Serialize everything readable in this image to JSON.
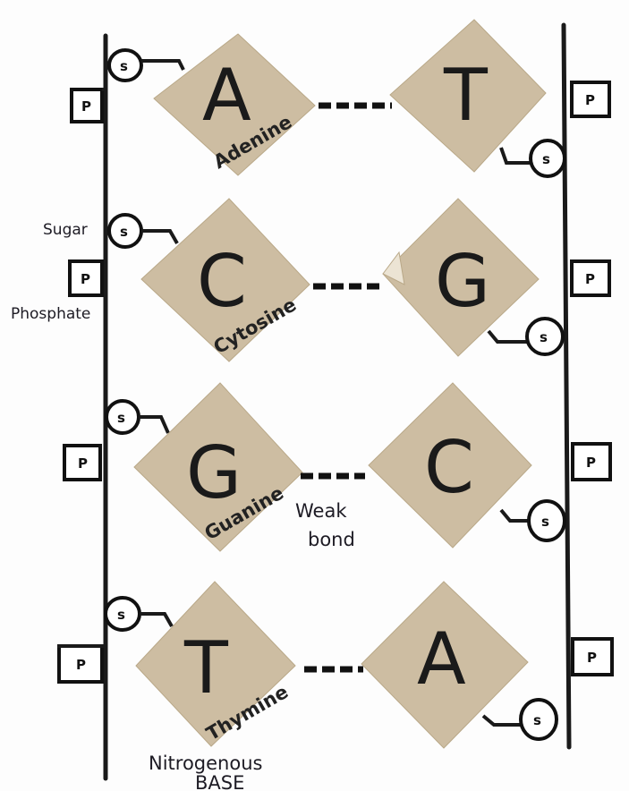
{
  "rows": [
    {
      "left_letter": "A",
      "left_name": "Adenine",
      "right_letter": "T"
    },
    {
      "left_letter": "C",
      "left_name": "Cytosine",
      "right_letter": "G"
    },
    {
      "left_letter": "G",
      "left_name": "Guanine",
      "right_letter": "C"
    },
    {
      "left_letter": "T",
      "left_name": "Thymine",
      "right_letter": "A"
    }
  ],
  "sugar_symbol": "s",
  "phosphate_symbol": "P",
  "labels": {
    "sugar": "Sugar",
    "phosphate": "Phosphate",
    "weak_bond_line1": "Weak",
    "weak_bond_line2": "bond",
    "nitrogenous_line1": "Nitrogenous",
    "nitrogenous_line2": "BASE"
  },
  "colors": {
    "card": "#cdbda2",
    "ink": "#1a1a1a",
    "paper": "#fdfdfd"
  }
}
